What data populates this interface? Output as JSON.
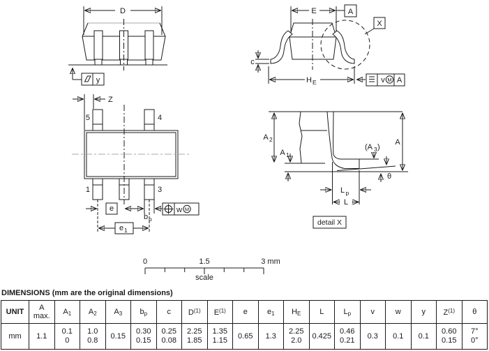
{
  "views": {
    "front": {
      "dim_d": "D",
      "flatness": {
        "symbol": "coplanarity-parallelogram",
        "value": "y"
      }
    },
    "side": {
      "dim_e": "E",
      "datum": "A",
      "detail_ref": "X",
      "dim_c": "c",
      "dim_he_main": "H",
      "dim_he_sub": "E",
      "tol": {
        "symbol": "symmetry-triple-bar",
        "value": "v",
        "modifier": "M",
        "datum": "A"
      }
    },
    "top": {
      "dim_z": "Z",
      "pin5": "5",
      "pin4": "4",
      "pin1": "1",
      "pin3": "3",
      "dim_e": "e",
      "dim_bp_main": "b",
      "dim_bp_sub": "p",
      "dim_e1_main": "e",
      "dim_e1_sub": "1",
      "tol": {
        "symbol": "position-crosshair",
        "value": "w",
        "modifier": "M"
      }
    },
    "detail": {
      "dim_a2_main": "A",
      "dim_a2_sub": "2",
      "dim_a1_main": "A",
      "dim_a1_sub": "1",
      "dim_a3_pre": "(A",
      "dim_a3_sub": "3",
      "dim_a3_post": ")",
      "dim_a": "A",
      "theta": "θ",
      "dim_lp_main": "L",
      "dim_lp_sub": "p",
      "dim_l": "L",
      "caption": "detail X"
    },
    "scale": {
      "t0": "0",
      "t1": "1.5",
      "t2": "3 mm",
      "caption": "scale"
    }
  },
  "table": {
    "title": "DIMENSIONS (mm are the original dimensions)",
    "columns": [
      {
        "t": "UNIT"
      },
      {
        "t": "A",
        "l2": "max."
      },
      {
        "t": "A",
        "sub": "1"
      },
      {
        "t": "A",
        "sub": "2"
      },
      {
        "t": "A",
        "sub": "3"
      },
      {
        "t": "b",
        "sub": "p"
      },
      {
        "t": "c"
      },
      {
        "t": "D",
        "sup": "(1)"
      },
      {
        "t": "E",
        "sup": "(1)"
      },
      {
        "t": "e"
      },
      {
        "t": "e",
        "sub": "1"
      },
      {
        "t": "H",
        "sub": "E"
      },
      {
        "t": "L"
      },
      {
        "t": "L",
        "sub": "p"
      },
      {
        "t": "v"
      },
      {
        "t": "w"
      },
      {
        "t": "y"
      },
      {
        "t": "Z",
        "sup": "(1)"
      },
      {
        "t": "θ"
      }
    ],
    "values": [
      {
        "a": "mm"
      },
      {
        "a": "1.1"
      },
      {
        "a": "0.1",
        "b": "0"
      },
      {
        "a": "1.0",
        "b": "0.8"
      },
      {
        "a": "0.15"
      },
      {
        "a": "0.30",
        "b": "0.15"
      },
      {
        "a": "0.25",
        "b": "0.08"
      },
      {
        "a": "2.25",
        "b": "1.85"
      },
      {
        "a": "1.35",
        "b": "1.15"
      },
      {
        "a": "0.65"
      },
      {
        "a": "1.3"
      },
      {
        "a": "2.25",
        "b": "2.0"
      },
      {
        "a": "0.425"
      },
      {
        "a": "0.46",
        "b": "0.21"
      },
      {
        "a": "0.3"
      },
      {
        "a": "0.1"
      },
      {
        "a": "0.1"
      },
      {
        "a": "0.60",
        "b": "0.15"
      },
      {
        "a": "7°",
        "b": "0°"
      }
    ]
  },
  "colors": {
    "line": "#1a1a1a",
    "hidden_edge_gray": "#a8a8a8"
  }
}
